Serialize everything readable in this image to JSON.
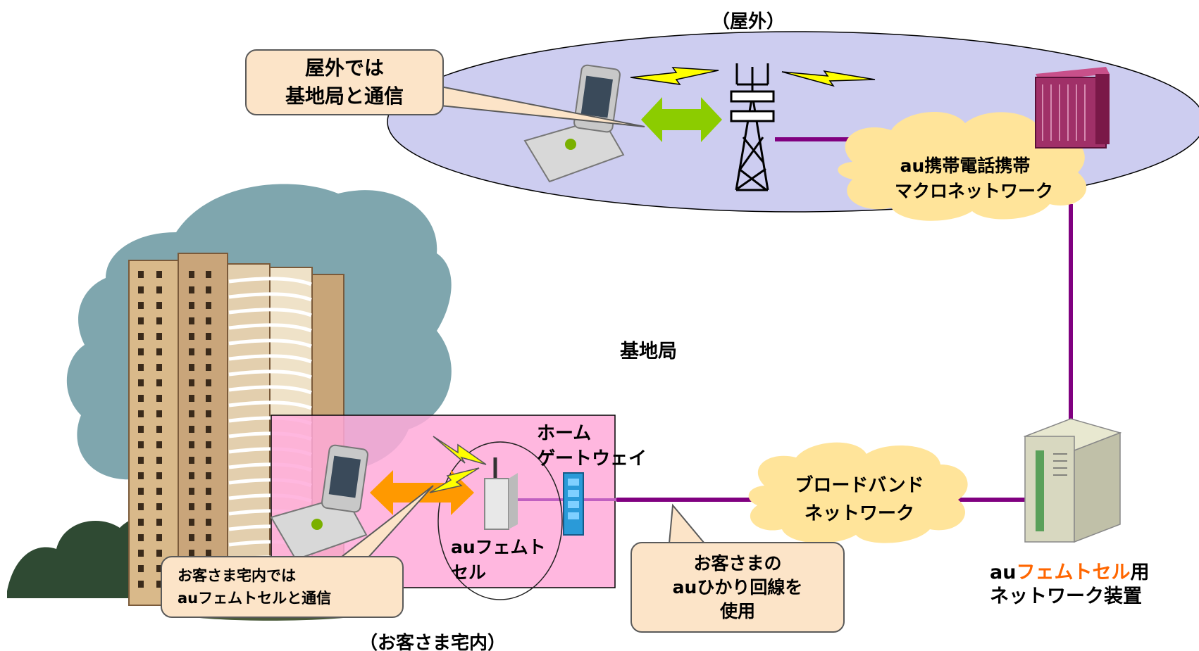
{
  "labels": {
    "outdoor": "（屋外）",
    "indoor": "（お客さま宅内）",
    "base_station": "基地局",
    "home_gateway_1": "ホーム",
    "home_gateway_2": "ゲートウェイ",
    "femtocell_1": "auフェムト",
    "femtocell_2": "セル",
    "macro_network_1": "au携帯電話携帯",
    "macro_network_2": "マクロネットワーク",
    "broadband_1": "ブロードバンド",
    "broadband_2": "ネットワーク",
    "equipment_prefix": "au",
    "equipment_highlight": "フェムトセル",
    "equipment_suffix": "用",
    "equipment_2": "ネットワーク装置"
  },
  "callouts": {
    "outdoor_comm": {
      "line1": "屋外では",
      "line2": "基地局と通信"
    },
    "indoor_comm": {
      "line1": "お客さま宅内では",
      "line2": "auフェムトセルと通信"
    },
    "fiber": {
      "line1": "お客さまの",
      "line2": "auひかり回線を",
      "line3": "使用"
    }
  },
  "colors": {
    "network_line": "#800080",
    "outdoor_area": "#cdcdf0",
    "indoor_area": "#ffaad9",
    "cloud": "#ffe49a",
    "callout_fill": "#fce4c8",
    "highlight_text": "#ff6600",
    "green_arrow": "#8ccc00",
    "orange_arrow": "#ff9900",
    "lightning": "#ffff00"
  }
}
